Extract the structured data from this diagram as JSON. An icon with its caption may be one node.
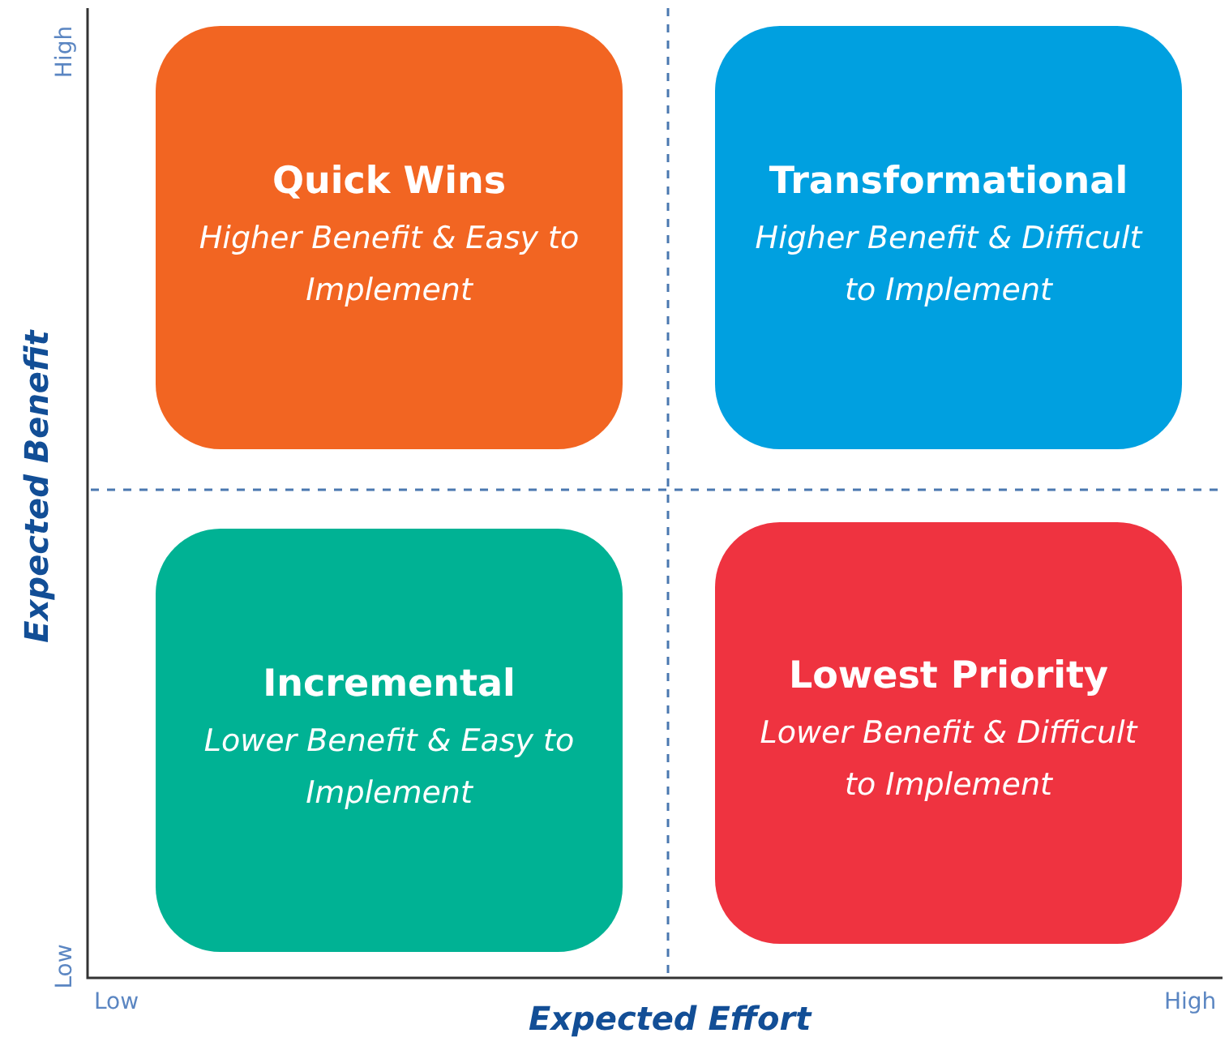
{
  "diagram": {
    "nodes": [
      {
        "text": [
          "Quick Wins",
          "Higher Benefit & Easy to Implement"
        ]
      },
      {
        "text": [
          "Transformational",
          "Higher Benefit & Difficult to Implement"
        ]
      },
      {
        "text": [
          "Incremental",
          "Lower Benefit & Easy to Implement"
        ]
      },
      {
        "text": [
          "Lowest Priority",
          "Lower Benefit & Difficult to Implement"
        ]
      }
    ],
    "labels": [
      "High",
      "Expected Benefit",
      "Low",
      "Low",
      "Expected Effort",
      "High"
    ]
  }
}
